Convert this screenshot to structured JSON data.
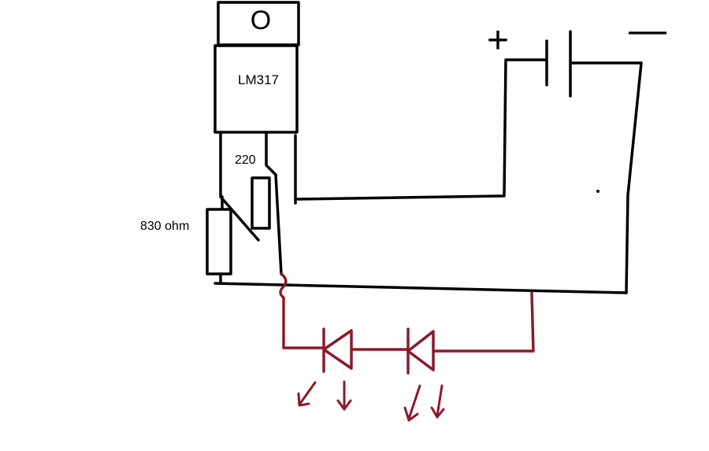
{
  "colors": {
    "wire": "#000000",
    "led": "#8b1a2b",
    "background": "#ffffff"
  },
  "regulator": {
    "part_label": "LM317",
    "tab_marking": "O"
  },
  "resistors": {
    "r1_label": "220",
    "r2_label": "830 ohm"
  },
  "battery": {
    "positive_symbol": "+",
    "negative_symbol": "—"
  },
  "leds": {
    "count": 2,
    "light_arrows_per_led": 2
  }
}
